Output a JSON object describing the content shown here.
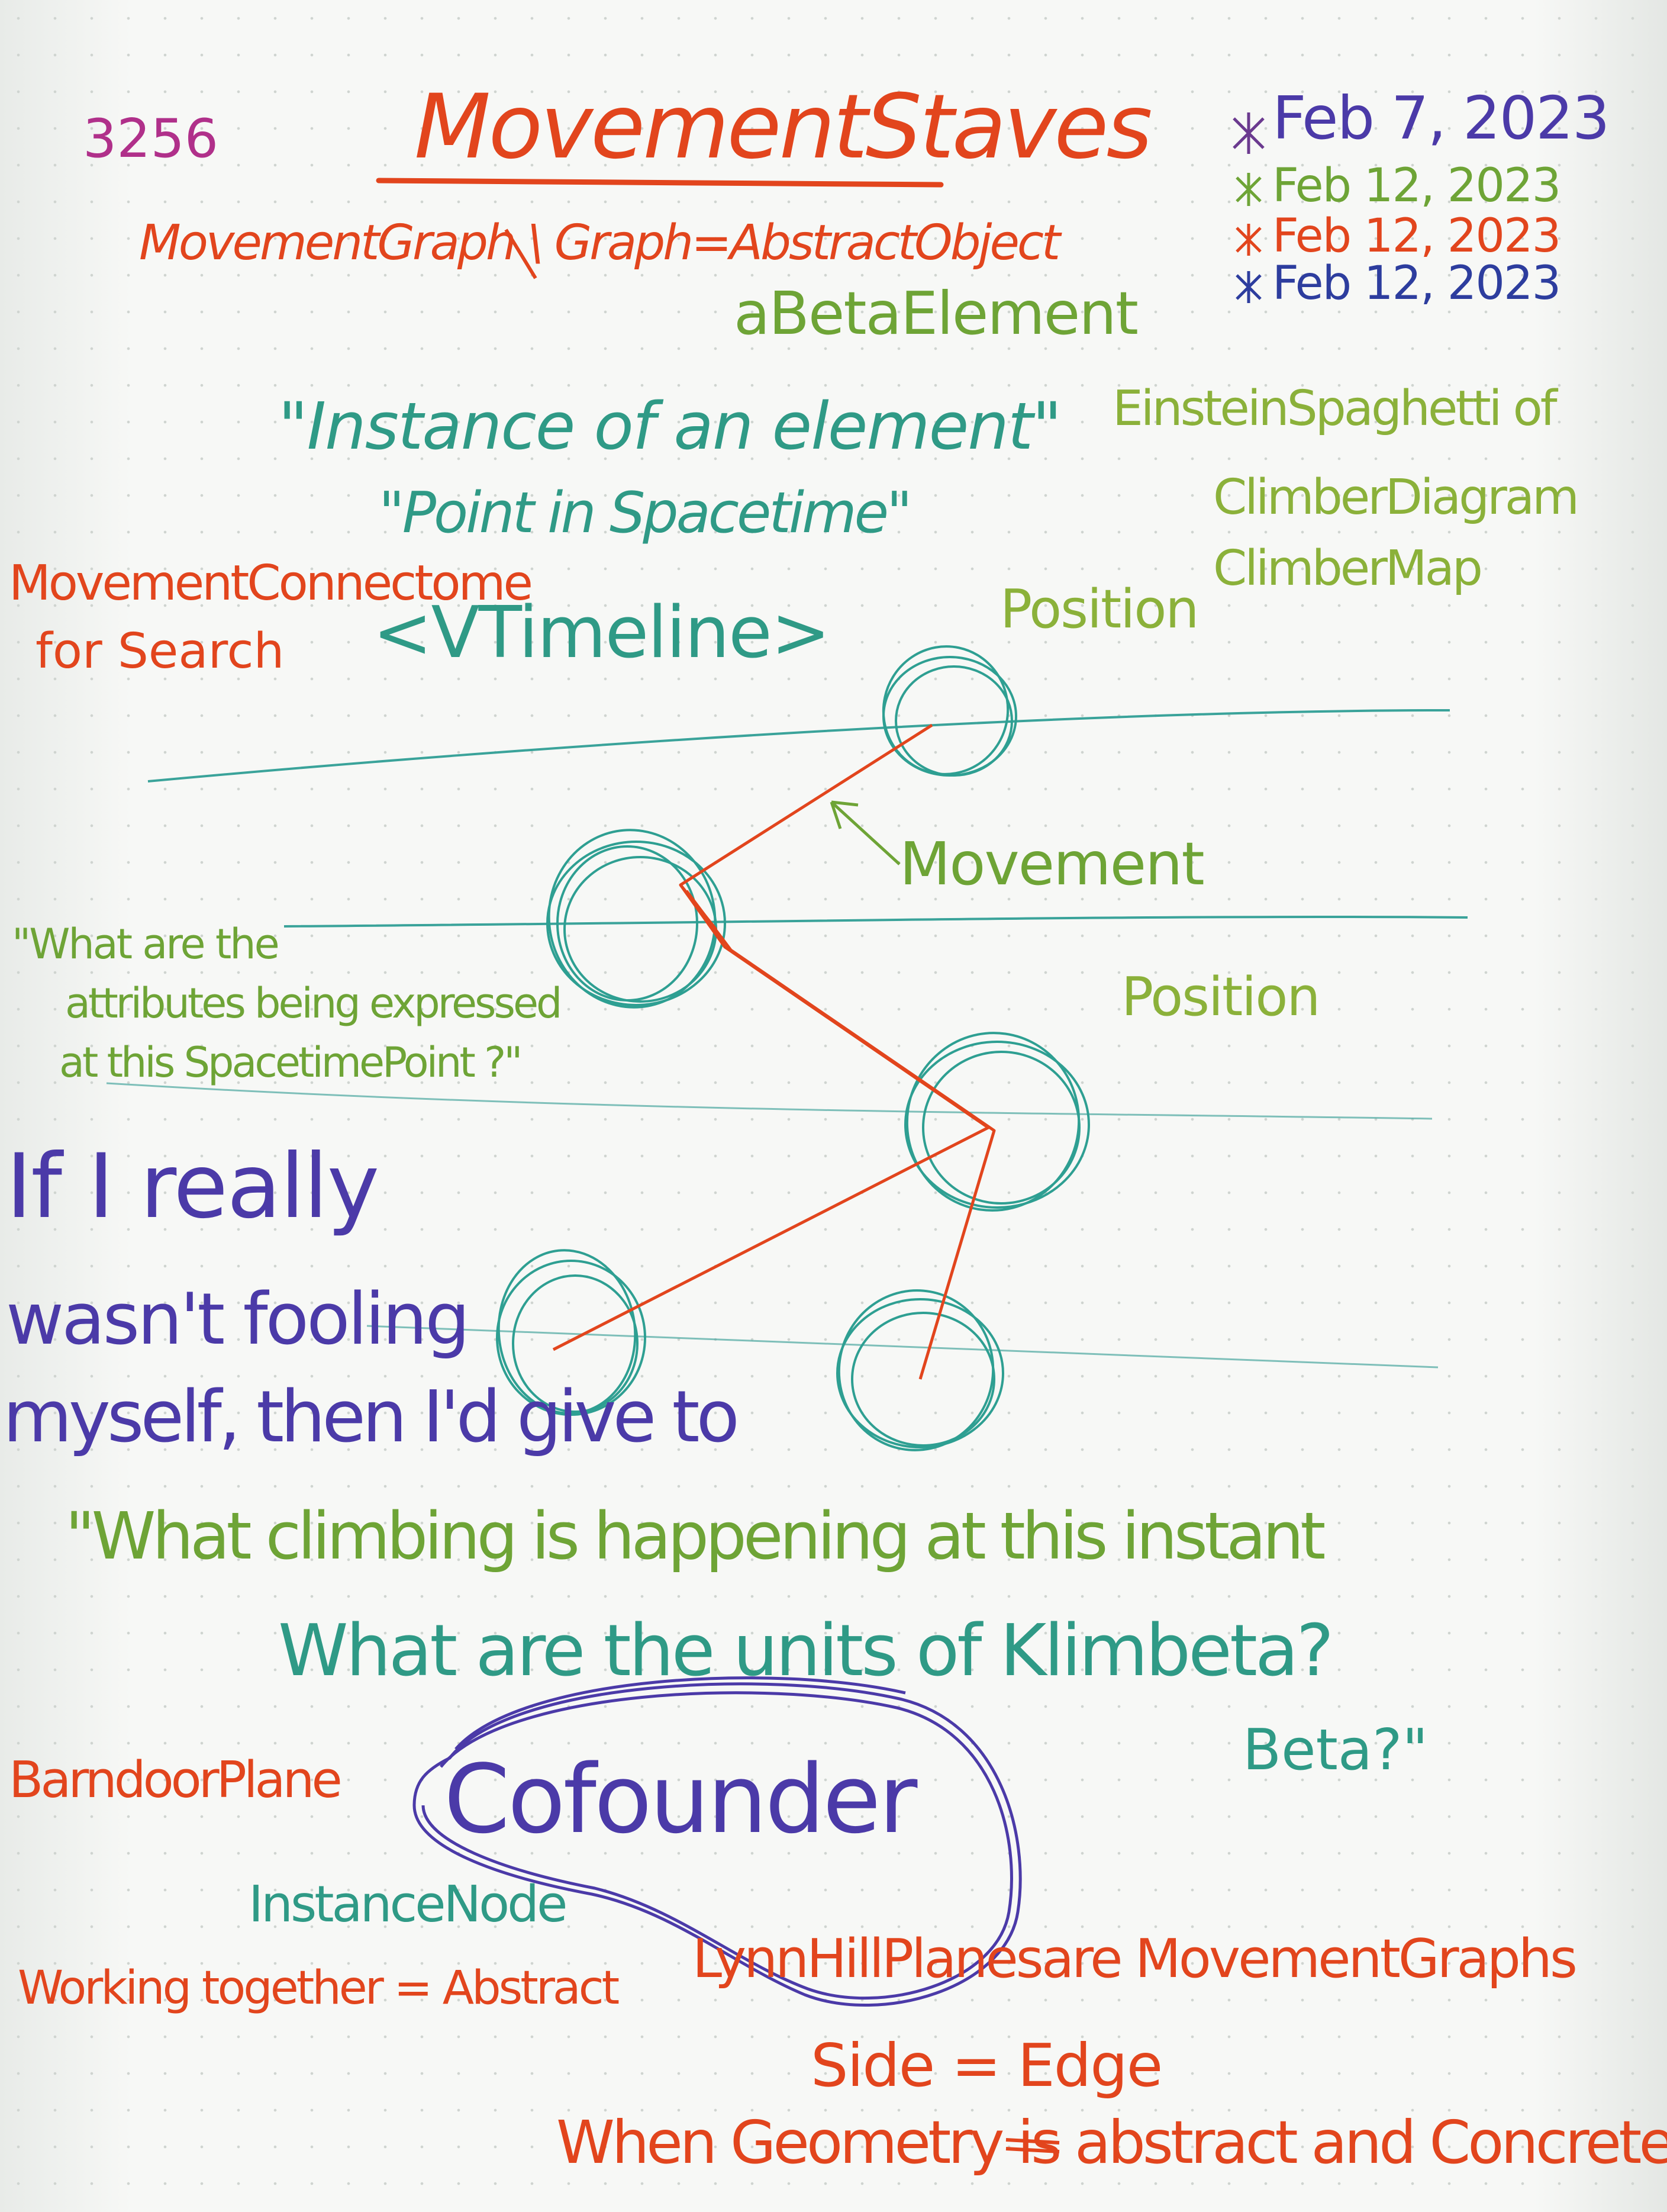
{
  "note": {
    "number": "3256",
    "title": "MovementStaves",
    "subtitle_line": "MovementGraph \\ Graph=AbstractObject",
    "dates": [
      "Feb 7, 2023",
      "Feb 12, 2023",
      "Feb 12, 2023",
      "Feb 12, 2023"
    ],
    "beta_element": "aBetaElement",
    "quote_instance": "\"Instance of an element\"",
    "quote_point": "\"Point in Spacetime\"",
    "spaghetti_list": [
      "EinsteinSpaghetti of",
      "ClimberDiagram",
      "ClimberMap"
    ],
    "connectome": [
      "MovementConnectome",
      "for Search"
    ],
    "timeline": "<VTimeline>",
    "position_1": "Position",
    "position_2": "Position",
    "movement_label": "Movement",
    "attributes_question": [
      "\"What are the",
      "attributes being expressed",
      "at this SpacetimePoint ?\""
    ],
    "fooling": [
      "If I really",
      "wasn't fooling",
      "myself, then I'd give to"
    ],
    "climbing_question": "\"What climbing is happening at this instant",
    "units_question": "What are the units of Klimbeta?",
    "beta_question": "Beta?\"",
    "barndoor": "BarndoorPlane",
    "cofounder": "Cofounder",
    "instance_node": "InstanceNode",
    "working_together": "Working together = Abstract",
    "lynn_hill": "LynnHillPlanes",
    "are_movement_graphs": "are MovementGraphs",
    "side_edge": "Side = Edge",
    "geometry_line": "When Geometry is abstract and Concrete"
  },
  "colors": {
    "red": "#e2451d",
    "teal": "#2f9a86",
    "green": "#6ea436",
    "violet": "#4b3aa8",
    "blue": "#2d3d9e",
    "purple": "#b0308a"
  }
}
